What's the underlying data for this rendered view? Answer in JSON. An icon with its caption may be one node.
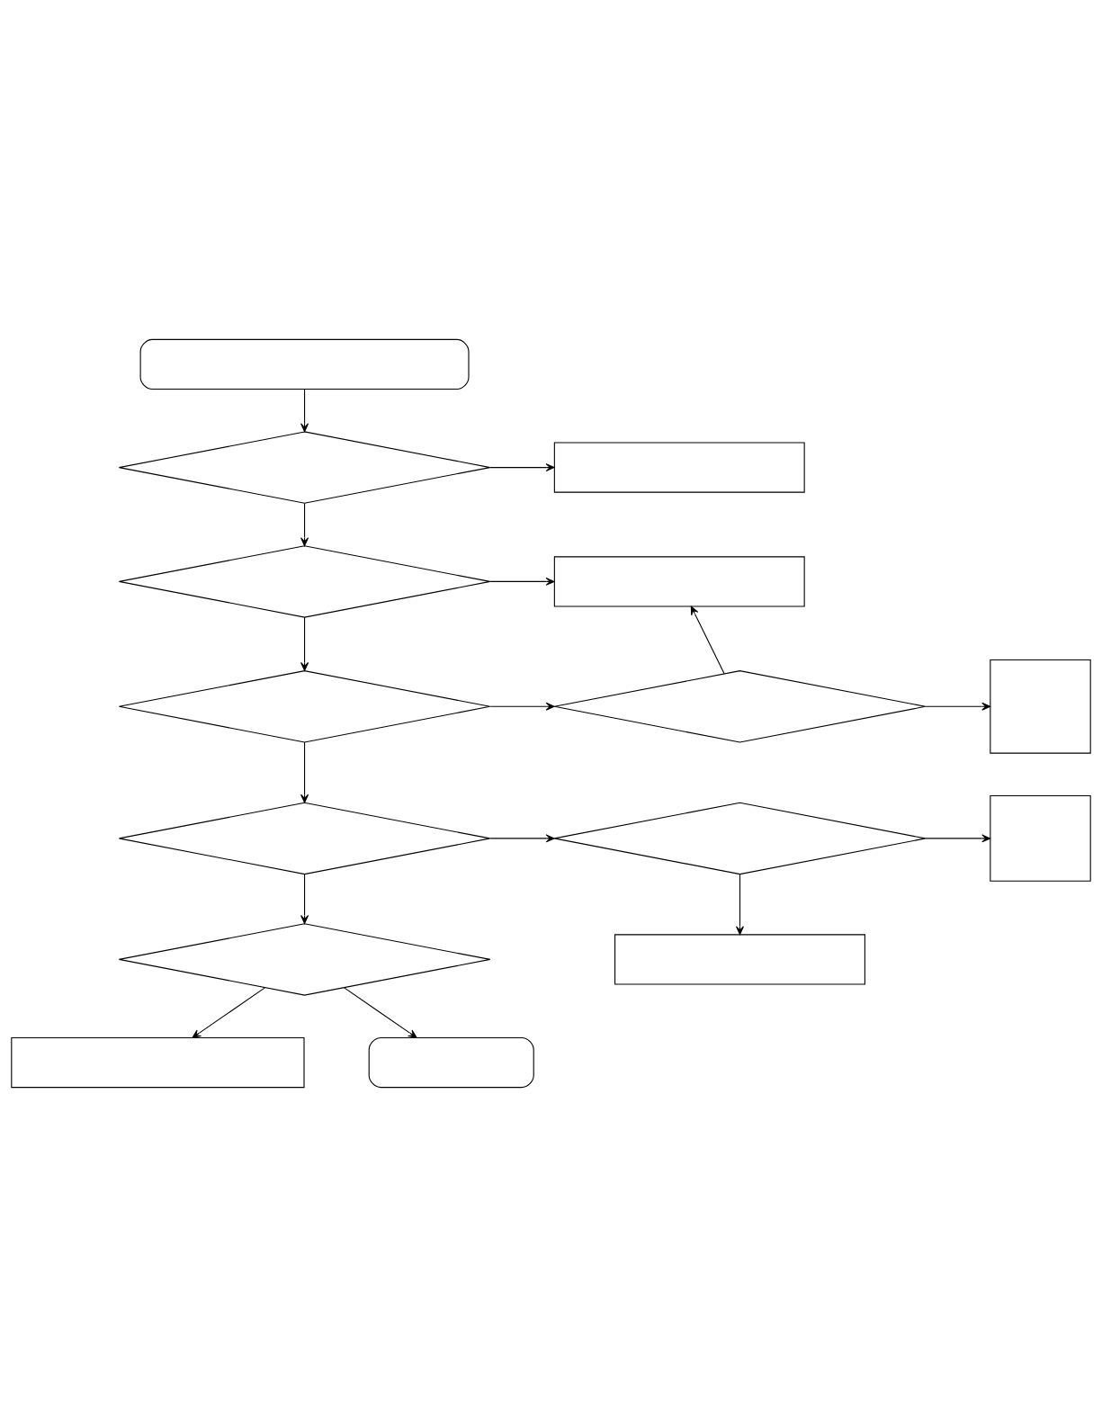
{
  "diagram": {
    "nodes": [
      {
        "text": [],
        "shape": "rounded"
      },
      {
        "text": [],
        "shape": "diamond"
      },
      {
        "text": [],
        "shape": "box"
      },
      {
        "text": [],
        "shape": "diamond"
      },
      {
        "text": [],
        "shape": "box"
      },
      {
        "text": [],
        "shape": "diamond"
      },
      {
        "text": [],
        "shape": "diamond"
      },
      {
        "text": [],
        "shape": "box"
      },
      {
        "text": [],
        "shape": "diamond"
      },
      {
        "text": [],
        "shape": "diamond"
      },
      {
        "text": [],
        "shape": "box"
      },
      {
        "text": [],
        "shape": "box"
      },
      {
        "text": [],
        "shape": "diamond"
      },
      {
        "text": [],
        "shape": "box"
      },
      {
        "text": [],
        "shape": "rounded"
      }
    ],
    "edges": [
      {
        "from": 0,
        "to": 1,
        "arrow": "to"
      },
      {
        "from": 1,
        "to": 2,
        "arrow": "to"
      },
      {
        "from": 1,
        "to": 3,
        "arrow": "to"
      },
      {
        "from": 3,
        "to": 4,
        "arrow": "to"
      },
      {
        "from": 3,
        "to": 5,
        "arrow": "to"
      },
      {
        "from": 5,
        "to": 6,
        "arrow": "to"
      },
      {
        "from": 6,
        "to": 4,
        "arrow": "to"
      },
      {
        "from": 6,
        "to": 7,
        "arrow": "to"
      },
      {
        "from": 5,
        "to": 8,
        "arrow": "to"
      },
      {
        "from": 8,
        "to": 9,
        "arrow": "to"
      },
      {
        "from": 9,
        "to": 10,
        "arrow": "to"
      },
      {
        "from": 9,
        "to": 11,
        "arrow": "to"
      },
      {
        "from": 8,
        "to": 12,
        "arrow": "to"
      },
      {
        "from": 12,
        "to": 13,
        "arrow": "to"
      },
      {
        "from": 12,
        "to": 14,
        "arrow": "to"
      }
    ]
  }
}
